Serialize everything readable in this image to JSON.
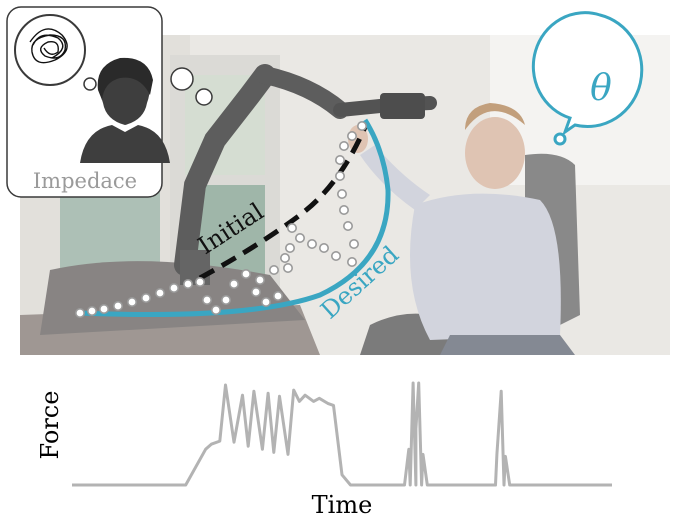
{
  "labels": {
    "impedance": "Impedace",
    "theta": "θ",
    "initial": "Initial",
    "desired": "Desired"
  },
  "chart_data": {
    "type": "line",
    "xlabel": "Time",
    "ylabel": "Force",
    "grid": false,
    "series_color": "#b3b3b3",
    "x": [
      0,
      40,
      47,
      49,
      52,
      54,
      57,
      60,
      62,
      64,
      67,
      69,
      71,
      73,
      76,
      78,
      80,
      82,
      85,
      87,
      90,
      92,
      95,
      98,
      100,
      104,
      108,
      112,
      116,
      119,
      121,
      123,
      125,
      127,
      130,
      133,
      137,
      141,
      145,
      149,
      152,
      154,
      156,
      158,
      160,
      163,
      166,
      170,
      175,
      182,
      190
    ],
    "y": [
      0,
      0,
      0.35,
      0.4,
      0.43,
      0.98,
      0.42,
      0.88,
      0.38,
      0.92,
      0.35,
      0.9,
      0.32,
      0.87,
      0.3,
      0.93,
      0.82,
      0.88,
      0.82,
      0.85,
      0.8,
      0.78,
      0.1,
      0,
      0,
      0,
      0,
      0,
      0,
      0,
      0,
      0,
      0,
      0,
      0,
      0,
      0,
      0,
      0,
      0,
      0,
      0,
      0,
      0,
      0,
      0,
      0,
      0,
      0,
      0,
      0
    ]
  },
  "spikes": {
    "peak2": [
      0,
      0.35,
      1.0,
      0.55,
      1.0,
      0.3,
      0
    ],
    "peak3": [
      0,
      0.3,
      0.92,
      0.28,
      0
    ]
  },
  "colors": {
    "accent": "#3aa6c2",
    "dark": "#111111",
    "grey": "#b3b3b3",
    "label_grey": "#9a9a9a"
  }
}
